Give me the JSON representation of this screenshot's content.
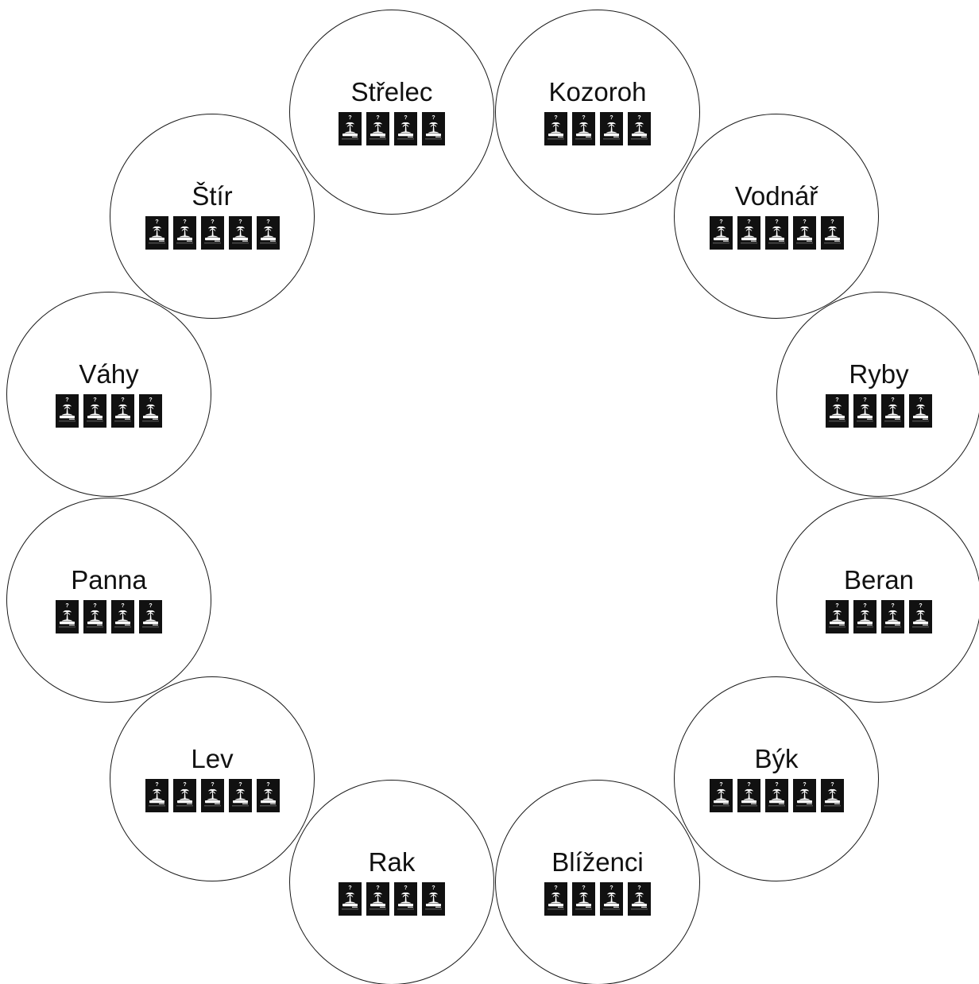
{
  "diagram": {
    "colors": {
      "circle_stroke": "#1a1a1a",
      "card_background": "#111111",
      "card_glyph": "#ffffff",
      "text": "#111111"
    },
    "card_icon": "palm-island-icon",
    "signs": [
      {
        "id": "strelec",
        "label": "Střelec",
        "cards": 4
      },
      {
        "id": "kozoroh",
        "label": "Kozoroh",
        "cards": 4
      },
      {
        "id": "vodnar",
        "label": "Vodnář",
        "cards": 5
      },
      {
        "id": "ryby",
        "label": "Ryby",
        "cards": 4
      },
      {
        "id": "beran",
        "label": "Beran",
        "cards": 4
      },
      {
        "id": "byk",
        "label": "Býk",
        "cards": 5
      },
      {
        "id": "blizenci",
        "label": "Blíženci",
        "cards": 4
      },
      {
        "id": "rak",
        "label": "Rak",
        "cards": 4
      },
      {
        "id": "lev",
        "label": "Lev",
        "cards": 5
      },
      {
        "id": "panna",
        "label": "Panna",
        "cards": 4
      },
      {
        "id": "vahy",
        "label": "Váhy",
        "cards": 4
      },
      {
        "id": "stir",
        "label": "Štír",
        "cards": 5
      }
    ]
  }
}
